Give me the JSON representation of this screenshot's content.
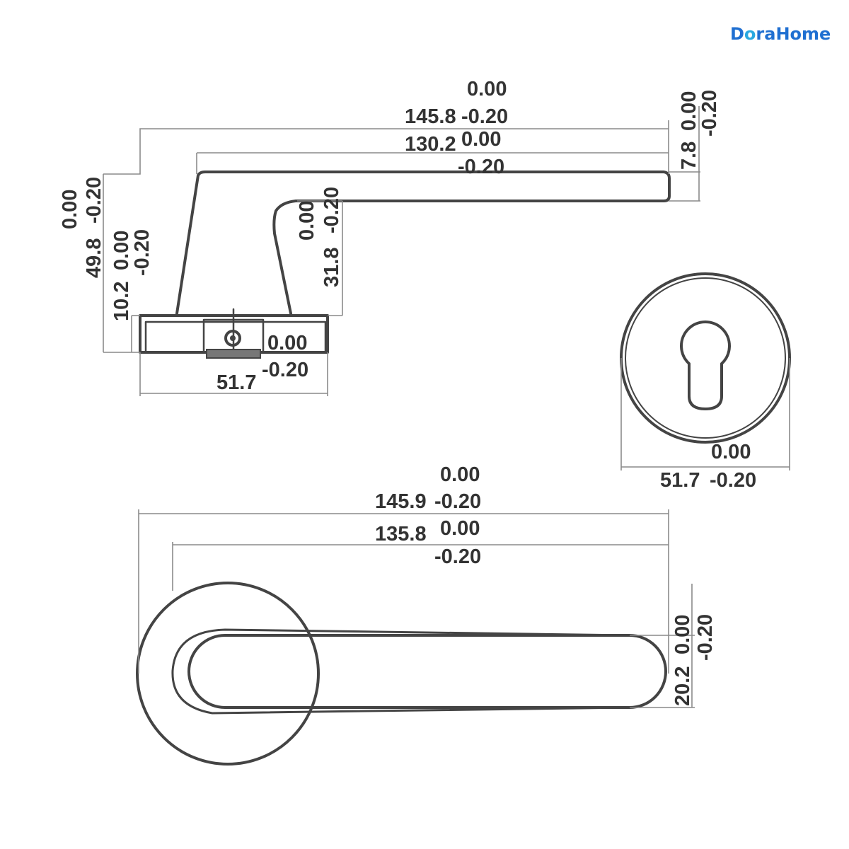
{
  "brand": {
    "prefix": "D",
    "circle_letter": "o",
    "suffix": "raHome",
    "color": "#1f6fd1",
    "accent": "#29a8e0"
  },
  "side_view": {
    "overall_length": {
      "nominal": "145.8",
      "tol_upper": "0.00",
      "tol_lower": "-0.20"
    },
    "lever_length": {
      "nominal": "130.2",
      "tol_upper": "0.00",
      "tol_lower": "-0.20"
    },
    "lever_thickness": {
      "nominal": "7.8",
      "tol_upper": "0.00",
      "tol_lower": "-0.20"
    },
    "overall_height": {
      "nominal": "49.8",
      "tol_upper": "0.00",
      "tol_lower": "-0.20"
    },
    "rose_height": {
      "nominal": "10.2",
      "tol_upper": "0.00",
      "tol_lower": "-0.20"
    },
    "neck_height": {
      "nominal": "31.8",
      "tol_upper": "0.00",
      "tol_lower": "-0.20"
    },
    "rose_width": {
      "nominal": "51.7",
      "tol_upper": "0.00",
      "tol_lower": "-0.20"
    }
  },
  "escutcheon": {
    "diameter": {
      "nominal": "51.7",
      "tol_upper": "0.00",
      "tol_lower": "-0.20"
    }
  },
  "top_view": {
    "overall_length": {
      "nominal": "145.9",
      "tol_upper": "0.00",
      "tol_lower": "-0.20"
    },
    "lever_length": {
      "nominal": "135.8",
      "tol_upper": "0.00",
      "tol_lower": "-0.20"
    },
    "lever_width": {
      "nominal": "20.2",
      "tol_upper": "0.00",
      "tol_lower": "-0.20"
    }
  }
}
